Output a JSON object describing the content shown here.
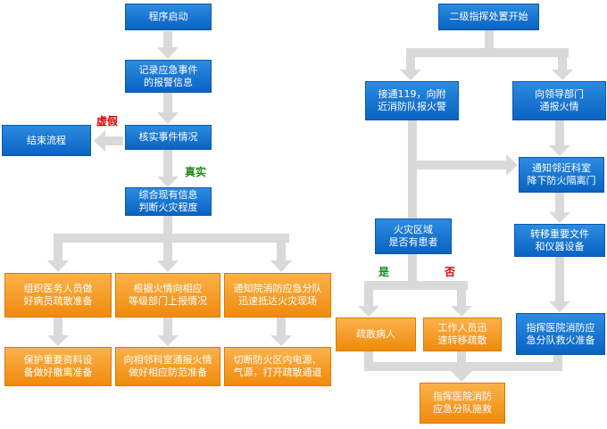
{
  "colors": {
    "blue": "#1679d6",
    "orange": "#f59b22",
    "arrow": "#d9d9d9",
    "label_red": "#d40000",
    "label_green": "#1a8a1a"
  },
  "left": {
    "start": "程序启动",
    "record": "记录应急事件\n的报警信息",
    "verify": "核实事件情况",
    "end_flow": "结束流程",
    "label_false": "虚假",
    "label_true": "真实",
    "judge": "综合现有信息\n判断火灾程度",
    "org_staff": "组织医务人员做\n好病员疏散准备",
    "report": "根据火情向相应\n等级部门上报情况",
    "notify_team": "通知院消防应急分队\n迅速抵达火灾现场",
    "protect_docs": "保护重要资料设\n备做好撤离准备",
    "notify_nearby": "向相邻科室通报火情\n做好相应防范准备",
    "cut_power": "切断防火区内电源、\n气源，打开疏散通道"
  },
  "right": {
    "start": "二级指挥处置开始",
    "call_119": "接通119，向附\n近消防队报火警",
    "report_leader": "向领导部门\n通报火情",
    "notify_door": "通知邻近科室\n降下防火隔离门",
    "fire_zone": "火灾区域\n是否有患者",
    "transfer_docs": "转移重要文件\n和仪器设备",
    "label_yes": "是",
    "label_no": "否",
    "evacuate": "疏散病人",
    "staff_evacuate": "工作人员迅\n速转移疏散",
    "direct_fire": "指挥医院消防应\n急分队救火准备",
    "direct_evac": "指挥医院消防\n应急分队施救"
  }
}
